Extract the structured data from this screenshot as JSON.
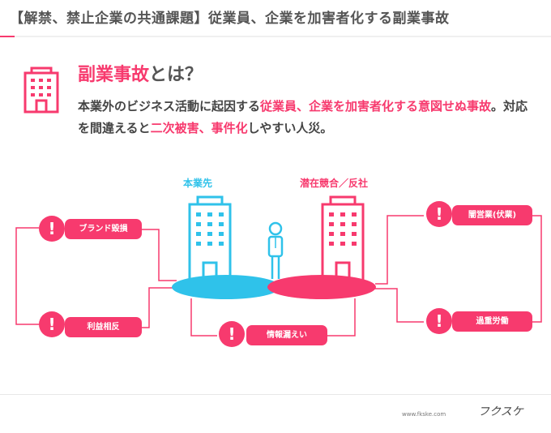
{
  "title": "【解禁、禁止企業の共通課題】従業員、企業を加害者化する副業事故",
  "heading": {
    "accent": "副業事故",
    "rest": "とは？"
  },
  "description": {
    "part1": "本業外のビジネス活動に起因する",
    "hl1": "従業員、企業を加害者化する意図せぬ事故",
    "part2": "。対応を間違えると",
    "hl2": "二次被害、事件化",
    "part3": "しやすい人災。"
  },
  "diagram": {
    "main_company": "本業先",
    "rival_company": "潜在競合／反社",
    "risks": {
      "brand": "ブランド毀損",
      "conflict": "利益相反",
      "leak": "情報漏えい",
      "shadow": "闇営業(伏業)",
      "overwork": "過重労働"
    },
    "warning_glyph": "!"
  },
  "footer": {
    "url": "www.fkske.com",
    "logo_text": "フクスケ"
  },
  "colors": {
    "accent": "#f73a6e",
    "blue": "#2fc2ea",
    "text": "#444444"
  },
  "icons": [
    "building-icon",
    "warning-icon",
    "person-icon"
  ]
}
